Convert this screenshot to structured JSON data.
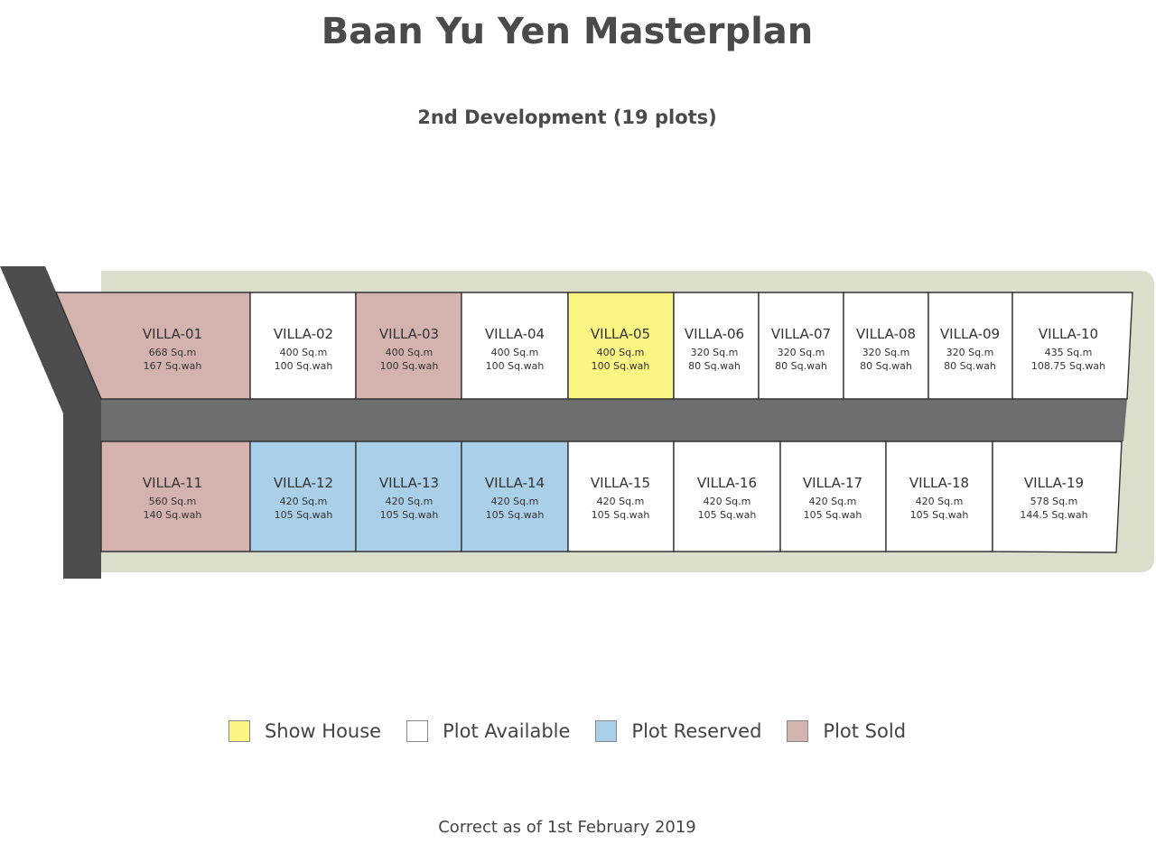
{
  "title": "Baan Yu Yen Masterplan",
  "subtitle": "2nd Development (19 plots)",
  "footer": "Correct as of 1st February 2019",
  "status_colors": {
    "show": "#fbf584",
    "available": "#ffffff",
    "reserved": "#aacfe9",
    "sold": "#d4b2ad"
  },
  "colors": {
    "road": "#6d6e6e",
    "road_dark": "#4d4d4f",
    "green_border": "#dbdecb",
    "outline": "#333333"
  },
  "legend": [
    {
      "label": "Show House",
      "status": "show"
    },
    {
      "label": "Plot Available",
      "status": "available"
    },
    {
      "label": "Plot Reserved",
      "status": "reserved"
    },
    {
      "label": "Plot Sold",
      "status": "sold"
    }
  ],
  "plots": [
    {
      "name": "VILLA-01",
      "sqm": "668 Sq.m",
      "wah": "167 Sq.wah",
      "status": "sold"
    },
    {
      "name": "VILLA-02",
      "sqm": "400 Sq.m",
      "wah": "100 Sq.wah",
      "status": "available"
    },
    {
      "name": "VILLA-03",
      "sqm": "400 Sq.m",
      "wah": "100 Sq.wah",
      "status": "sold"
    },
    {
      "name": "VILLA-04",
      "sqm": "400 Sq.m",
      "wah": "100 Sq.wah",
      "status": "available"
    },
    {
      "name": "VILLA-05",
      "sqm": "400 Sq.m",
      "wah": "100 Sq.wah",
      "status": "show"
    },
    {
      "name": "VILLA-06",
      "sqm": "320 Sq.m",
      "wah": "80 Sq.wah",
      "status": "available"
    },
    {
      "name": "VILLA-07",
      "sqm": "320 Sq.m",
      "wah": "80 Sq.wah",
      "status": "available"
    },
    {
      "name": "VILLA-08",
      "sqm": "320 Sq.m",
      "wah": "80 Sq.wah",
      "status": "available"
    },
    {
      "name": "VILLA-09",
      "sqm": "320 Sq.m",
      "wah": "80 Sq.wah",
      "status": "available"
    },
    {
      "name": "VILLA-10",
      "sqm": "435 Sq.m",
      "wah": "108.75 Sq.wah",
      "status": "available"
    },
    {
      "name": "VILLA-11",
      "sqm": "560 Sq.m",
      "wah": "140 Sq.wah",
      "status": "sold"
    },
    {
      "name": "VILLA-12",
      "sqm": "420 Sq.m",
      "wah": "105 Sq.wah",
      "status": "reserved"
    },
    {
      "name": "VILLA-13",
      "sqm": "420 Sq.m",
      "wah": "105 Sq.wah",
      "status": "reserved"
    },
    {
      "name": "VILLA-14",
      "sqm": "420 Sq.m",
      "wah": "105 Sq.wah",
      "status": "reserved"
    },
    {
      "name": "VILLA-15",
      "sqm": "420 Sq.m",
      "wah": "105 Sq.wah",
      "status": "available"
    },
    {
      "name": "VILLA-16",
      "sqm": "420 Sq.m",
      "wah": "105 Sq.wah",
      "status": "available"
    },
    {
      "name": "VILLA-17",
      "sqm": "420 Sq.m",
      "wah": "105 Sq.wah",
      "status": "available"
    },
    {
      "name": "VILLA-18",
      "sqm": "420 Sq.m",
      "wah": "105 Sq.wah",
      "status": "available"
    },
    {
      "name": "VILLA-19",
      "sqm": "578 Sq.m",
      "wah": "144.5 Sq.wah",
      "status": "available"
    }
  ]
}
